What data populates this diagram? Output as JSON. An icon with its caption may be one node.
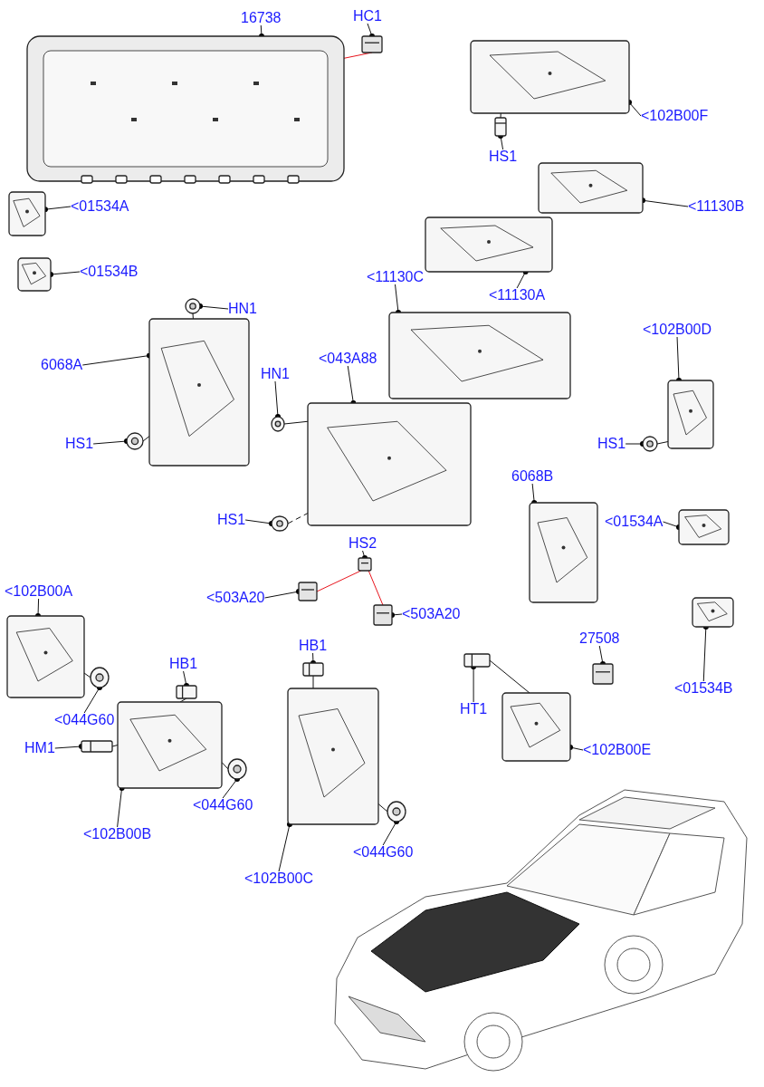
{
  "diagram": {
    "nodes": [
      {
        "text": [
          "16738"
        ]
      },
      {
        "text": [],
        "shape": "picture"
      },
      {
        "text": [
          "HC1"
        ]
      },
      {
        "text": [],
        "shape": "picture"
      },
      {
        "text": [
          "<102B00F"
        ]
      },
      {
        "text": [],
        "shape": "picture"
      },
      {
        "text": [
          "HS1"
        ]
      },
      {
        "text": [],
        "shape": "picture"
      },
      {
        "text": [
          "<11130B"
        ]
      },
      {
        "text": [],
        "shape": "picture"
      },
      {
        "text": [
          "<11130A"
        ]
      },
      {
        "text": [],
        "shape": "picture"
      },
      {
        "text": [
          "<11130C"
        ]
      },
      {
        "text": [],
        "shape": "picture"
      },
      {
        "text": [
          "<01534A"
        ]
      },
      {
        "text": [],
        "shape": "picture"
      },
      {
        "text": [
          "<01534B"
        ]
      },
      {
        "text": [],
        "shape": "picture"
      },
      {
        "text": [
          "HN1"
        ]
      },
      {
        "text": [],
        "shape": "picture"
      },
      {
        "text": [
          "6068A"
        ]
      },
      {
        "text": [],
        "shape": "picture"
      },
      {
        "text": [
          "HS1"
        ]
      },
      {
        "text": [],
        "shape": "picture"
      },
      {
        "text": [
          "HN1"
        ]
      },
      {
        "text": [],
        "shape": "picture"
      },
      {
        "text": [
          "<043A88"
        ]
      },
      {
        "text": [],
        "shape": "picture"
      },
      {
        "text": [
          "HS1"
        ]
      },
      {
        "text": [],
        "shape": "picture"
      },
      {
        "text": [
          "<102B00D"
        ]
      },
      {
        "text": [],
        "shape": "picture"
      },
      {
        "text": [
          "HS1"
        ]
      },
      {
        "text": [],
        "shape": "picture"
      },
      {
        "text": [
          "6068B"
        ]
      },
      {
        "text": [],
        "shape": "picture"
      },
      {
        "text": [
          "<01534A"
        ]
      },
      {
        "text": [],
        "shape": "picture"
      },
      {
        "text": [
          "<01534B"
        ]
      },
      {
        "text": [],
        "shape": "picture"
      },
      {
        "text": [
          "HS2"
        ]
      },
      {
        "text": [],
        "shape": "picture"
      },
      {
        "text": [
          "<503A20"
        ]
      },
      {
        "text": [],
        "shape": "picture"
      },
      {
        "text": [
          "<503A20"
        ]
      },
      {
        "text": [],
        "shape": "picture"
      },
      {
        "text": [
          "<102B00A"
        ]
      },
      {
        "text": [],
        "shape": "picture"
      },
      {
        "text": [
          "<044G60"
        ]
      },
      {
        "text": [],
        "shape": "picture"
      },
      {
        "text": [
          "HB1"
        ]
      },
      {
        "text": [],
        "shape": "picture"
      },
      {
        "text": [
          "HM1"
        ]
      },
      {
        "text": [],
        "shape": "picture"
      },
      {
        "text": [
          "<044G60"
        ]
      },
      {
        "text": [],
        "shape": "picture"
      },
      {
        "text": [
          "<102B00B"
        ]
      },
      {
        "text": [],
        "shape": "picture"
      },
      {
        "text": [
          "HB1"
        ]
      },
      {
        "text": [],
        "shape": "picture"
      },
      {
        "text": [
          "<044G60"
        ]
      },
      {
        "text": [],
        "shape": "picture"
      },
      {
        "text": [
          "<102B00C"
        ]
      },
      {
        "text": [],
        "shape": "picture"
      },
      {
        "text": [
          "HT1"
        ]
      },
      {
        "text": [],
        "shape": "picture"
      },
      {
        "text": [
          "<102B00E"
        ]
      },
      {
        "text": [],
        "shape": "picture"
      },
      {
        "text": [
          "27508"
        ]
      },
      {
        "text": [],
        "shape": "picture"
      }
    ],
    "edges": [
      {
        "from": 0,
        "to": 1,
        "arrow": "other"
      },
      {
        "from": 2,
        "to": 3,
        "arrow": "other"
      },
      {
        "from": 4,
        "to": 5,
        "arrow": "other"
      },
      {
        "from": 6,
        "to": 7,
        "arrow": "other"
      },
      {
        "from": 8,
        "to": 9,
        "arrow": "other"
      },
      {
        "from": 10,
        "to": 11,
        "arrow": "other"
      },
      {
        "from": 12,
        "to": 13,
        "arrow": "other"
      },
      {
        "from": 14,
        "to": 15,
        "arrow": "other"
      },
      {
        "from": 16,
        "to": 17,
        "arrow": "other"
      },
      {
        "from": 18,
        "to": 19,
        "arrow": "other"
      },
      {
        "from": 20,
        "to": 21,
        "arrow": "other"
      },
      {
        "from": 22,
        "to": 23,
        "arrow": "other"
      },
      {
        "from": 24,
        "to": 25,
        "arrow": "other"
      },
      {
        "from": 26,
        "to": 27,
        "arrow": "other"
      },
      {
        "from": 28,
        "to": 29,
        "arrow": "other"
      },
      {
        "from": 30,
        "to": 31,
        "arrow": "other"
      },
      {
        "from": 32,
        "to": 33,
        "arrow": "other"
      },
      {
        "from": 34,
        "to": 35,
        "arrow": "other"
      },
      {
        "from": 36,
        "to": 37,
        "arrow": "other"
      },
      {
        "from": 38,
        "to": 39,
        "arrow": "other"
      },
      {
        "from": 40,
        "to": 41,
        "arrow": "other"
      },
      {
        "from": 42,
        "to": 43,
        "arrow": "other"
      },
      {
        "from": 44,
        "to": 45,
        "arrow": "other"
      },
      {
        "from": 46,
        "to": 47,
        "arrow": "other"
      },
      {
        "from": 48,
        "to": 49,
        "arrow": "other"
      },
      {
        "from": 50,
        "to": 51,
        "arrow": "other"
      },
      {
        "from": 52,
        "to": 53,
        "arrow": "other"
      },
      {
        "from": 54,
        "to": 55,
        "arrow": "other"
      },
      {
        "from": 56,
        "to": 57,
        "arrow": "other"
      },
      {
        "from": 58,
        "to": 59,
        "arrow": "other"
      },
      {
        "from": 60,
        "to": 61,
        "arrow": "other"
      },
      {
        "from": 62,
        "to": 63,
        "arrow": "other"
      },
      {
        "from": 64,
        "to": 65,
        "arrow": "other"
      },
      {
        "from": 66,
        "to": 67,
        "arrow": "other"
      },
      {
        "from": 68,
        "to": 69,
        "arrow": "other"
      },
      {
        "from": 3,
        "to": 1,
        "arrow": "none",
        "color": "#e8141c"
      },
      {
        "from": 7,
        "to": 5,
        "arrow": "none"
      },
      {
        "from": 19,
        "to": 21,
        "arrow": "none",
        "style": "dashed"
      },
      {
        "from": 23,
        "to": 21,
        "arrow": "none"
      },
      {
        "from": 25,
        "to": 27,
        "arrow": "none"
      },
      {
        "from": 29,
        "to": 27,
        "arrow": "none",
        "style": "dashed"
      },
      {
        "from": 33,
        "to": 31,
        "arrow": "none"
      },
      {
        "from": 41,
        "to": 43,
        "arrow": "none",
        "color": "#e8141c"
      },
      {
        "from": 41,
        "to": 45,
        "arrow": "none",
        "color": "#e8141c"
      },
      {
        "from": 49,
        "to": 47,
        "arrow": "none"
      },
      {
        "from": 51,
        "to": 57,
        "arrow": "none"
      },
      {
        "from": 53,
        "to": 57,
        "arrow": "none"
      },
      {
        "from": 55,
        "to": 57,
        "arrow": "none"
      },
      {
        "from": 59,
        "to": 63,
        "arrow": "none"
      },
      {
        "from": 61,
        "to": 63,
        "arrow": "none"
      },
      {
        "from": 65,
        "to": 67,
        "arrow": "none"
      }
    ]
  }
}
